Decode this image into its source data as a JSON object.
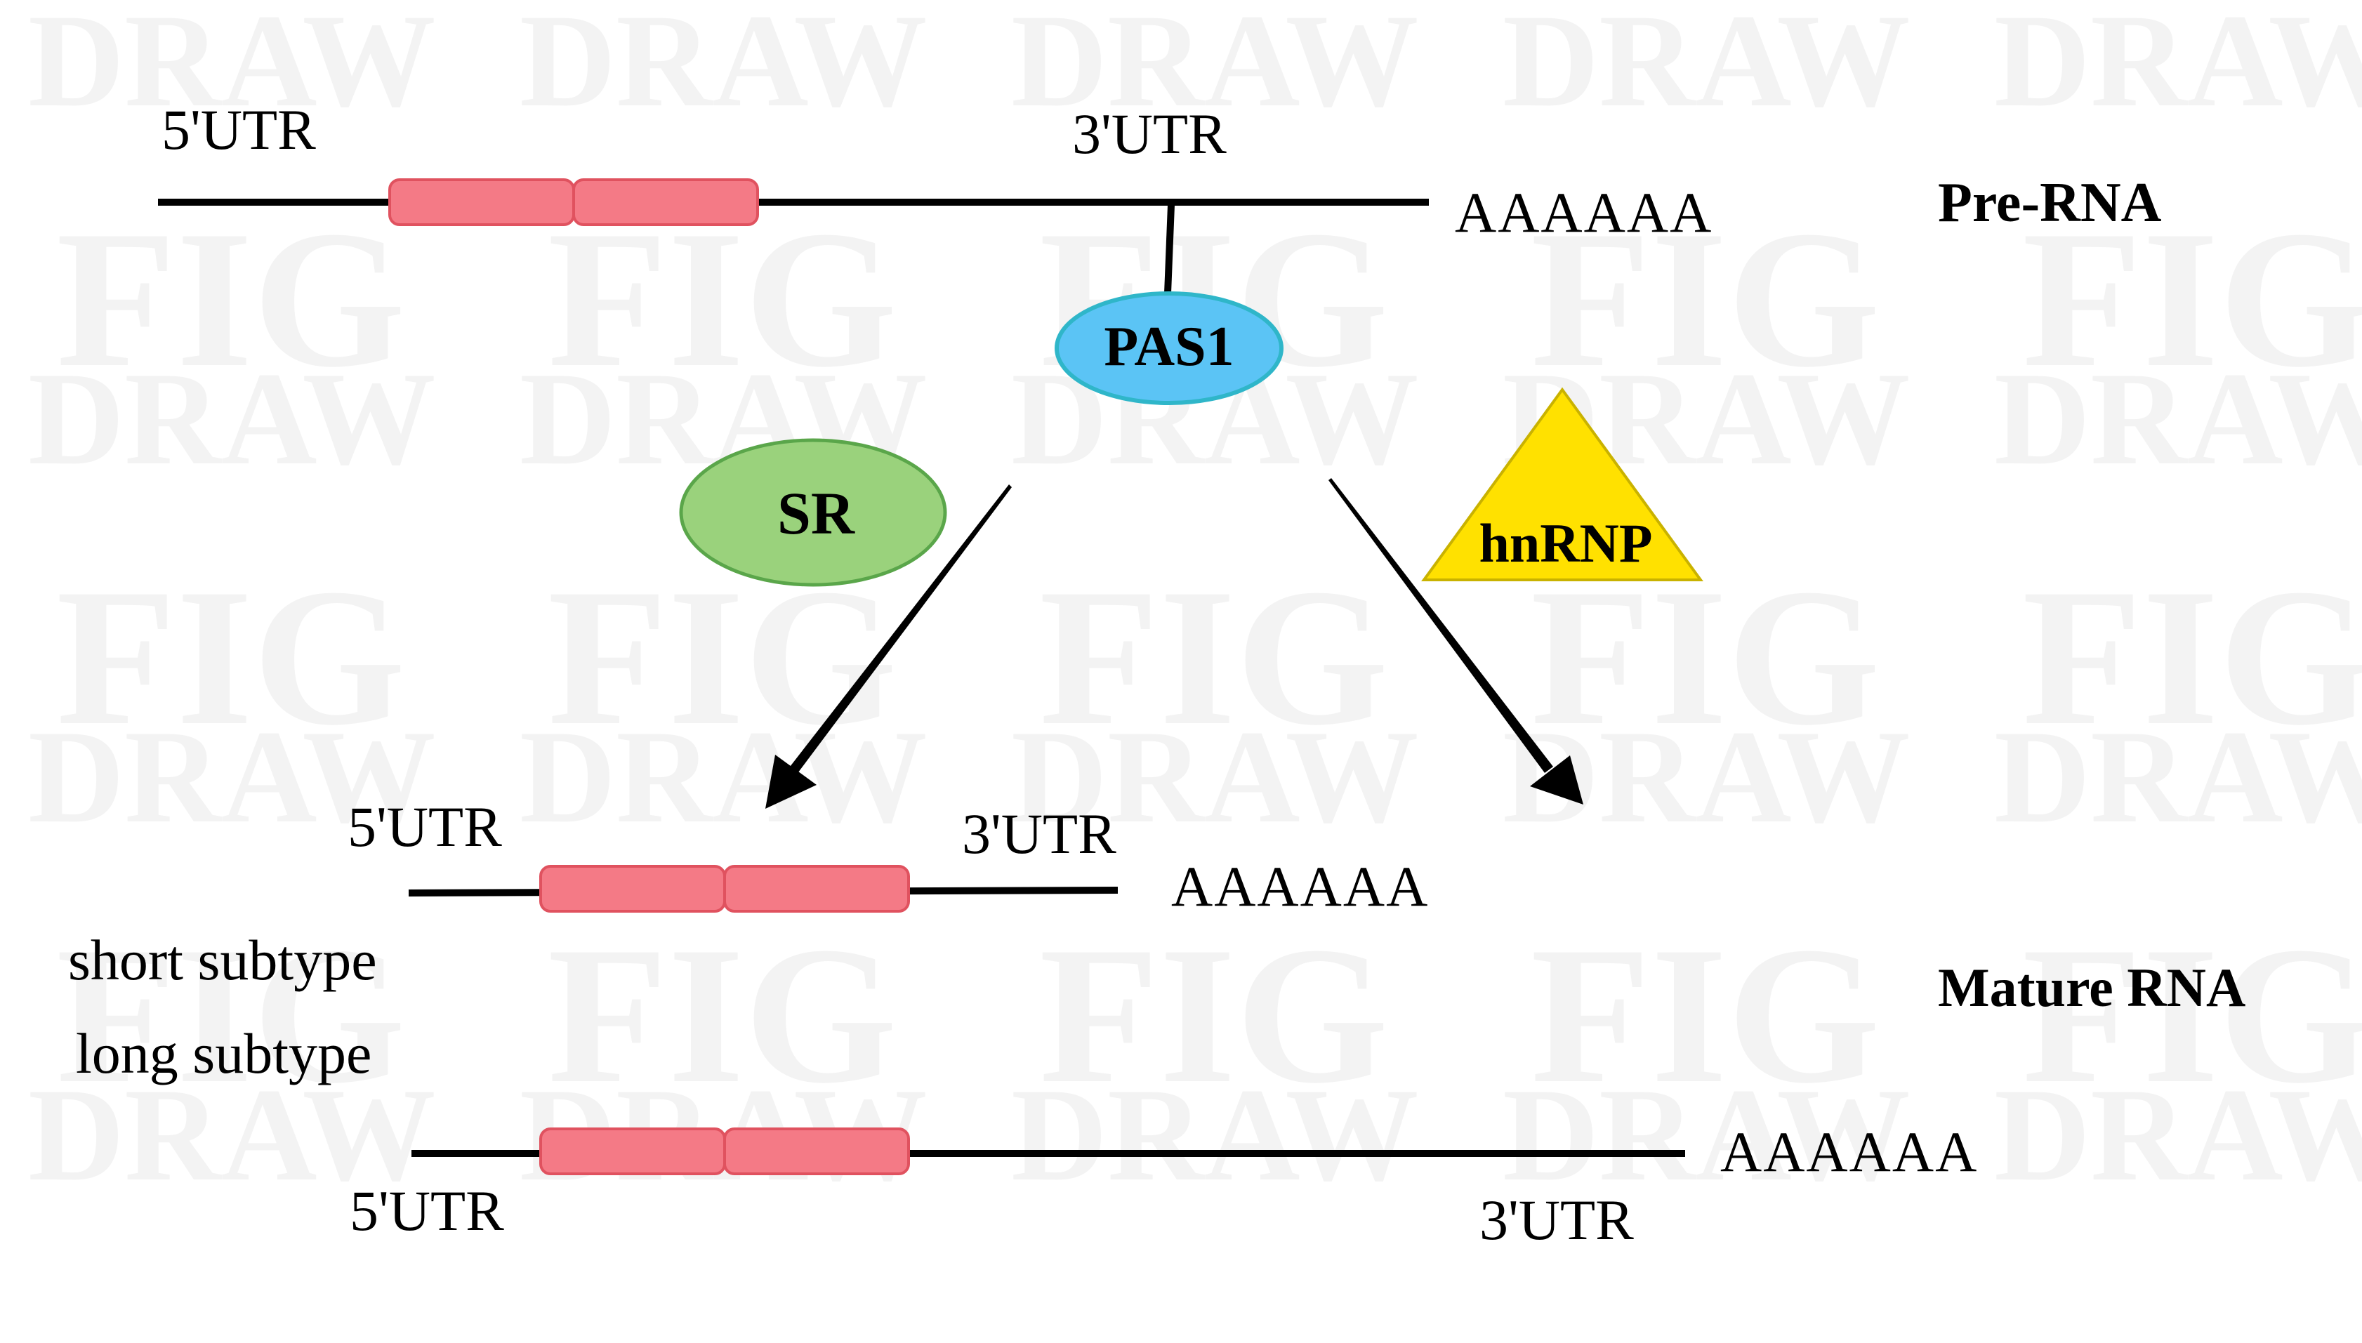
{
  "watermark": {
    "word_top": "DRAW",
    "word_bottom": "FIG"
  },
  "colors": {
    "exon_fill": "#f47a86",
    "exon_stroke": "#e0525f",
    "pas1_fill": "#5bc4f5",
    "pas1_stroke": "#2fb6c9",
    "sr_fill": "#9ad27c",
    "sr_stroke": "#5aa64a",
    "hnrnp_fill": "#ffe100",
    "hnrnp_stroke": "#c9b200",
    "line": "#000000"
  },
  "pre_rna": {
    "label": "Pre-RNA",
    "utr5": "5'UTR",
    "utr3": "3'UTR",
    "polya": "AAAAAA"
  },
  "factors": {
    "pas1": "PAS1",
    "sr": "SR",
    "hnrnp": "hnRNP"
  },
  "mature_rna": {
    "label": "Mature RNA",
    "short": {
      "utr5": "5'UTR",
      "utr3": "3'UTR",
      "polya": "AAAAAA",
      "subtype_label": "short subtype"
    },
    "long": {
      "utr5": "5'UTR",
      "utr3": "3'UTR",
      "polya": "AAAAAA",
      "subtype_label": "long subtype"
    }
  }
}
